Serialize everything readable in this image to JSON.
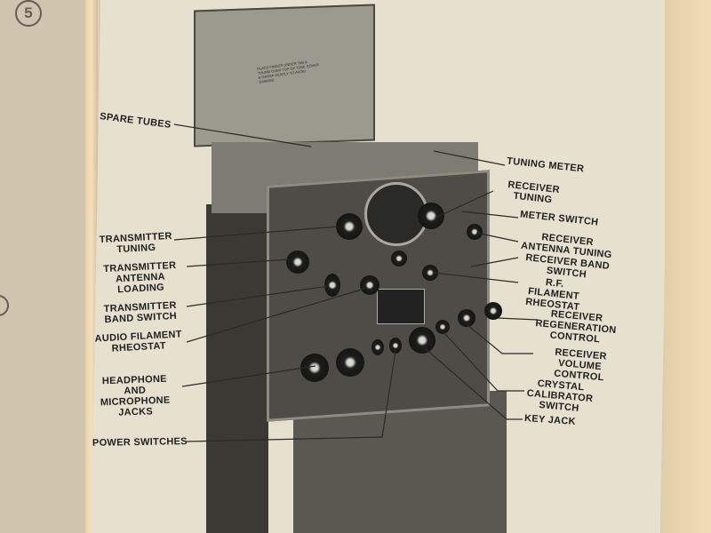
{
  "page_number": "5",
  "figure": {
    "lid_note": "PLACE FINGER UNDER TAB & THUMB OVER TOP OF TUBE COVER & GRASP GENTLY TO AVOID DAMAGE",
    "labels": {
      "spare_tubes": "SPARE TUBES",
      "tuning_meter": "TUNING METER",
      "receiver_tuning": "RECEIVER TUNING",
      "meter_switch": "METER SWITCH",
      "receiver_antenna_tuning": "RECEIVER ANTENNA TUNING",
      "receiver_band_switch": "RECEIVER BAND SWITCH",
      "rf_filament_rheostat": "R.F. FILAMENT RHEOSTAT",
      "receiver_regeneration_control": "RECEIVER REGENERATION CONTROL",
      "receiver_volume_control": "RECEIVER VOLUME CONTROL",
      "crystal_calibrator_switch": "CRYSTAL CALIBRATOR SWITCH",
      "key_jack": "KEY JACK",
      "transmitter_tuning": "TRANSMITTER TUNING",
      "transmitter_antenna_loading": "TRANSMITTER ANTENNA LOADING",
      "transmitter_band_switch": "TRANSMITTER BAND SWITCH",
      "audio_filament_rheostat": "AUDIO FILAMENT RHEOSTAT",
      "headphone_microphone_jacks": "HEADPHONE AND MICROPHONE JACKS",
      "power_switches": "POWER SWITCHES"
    }
  }
}
